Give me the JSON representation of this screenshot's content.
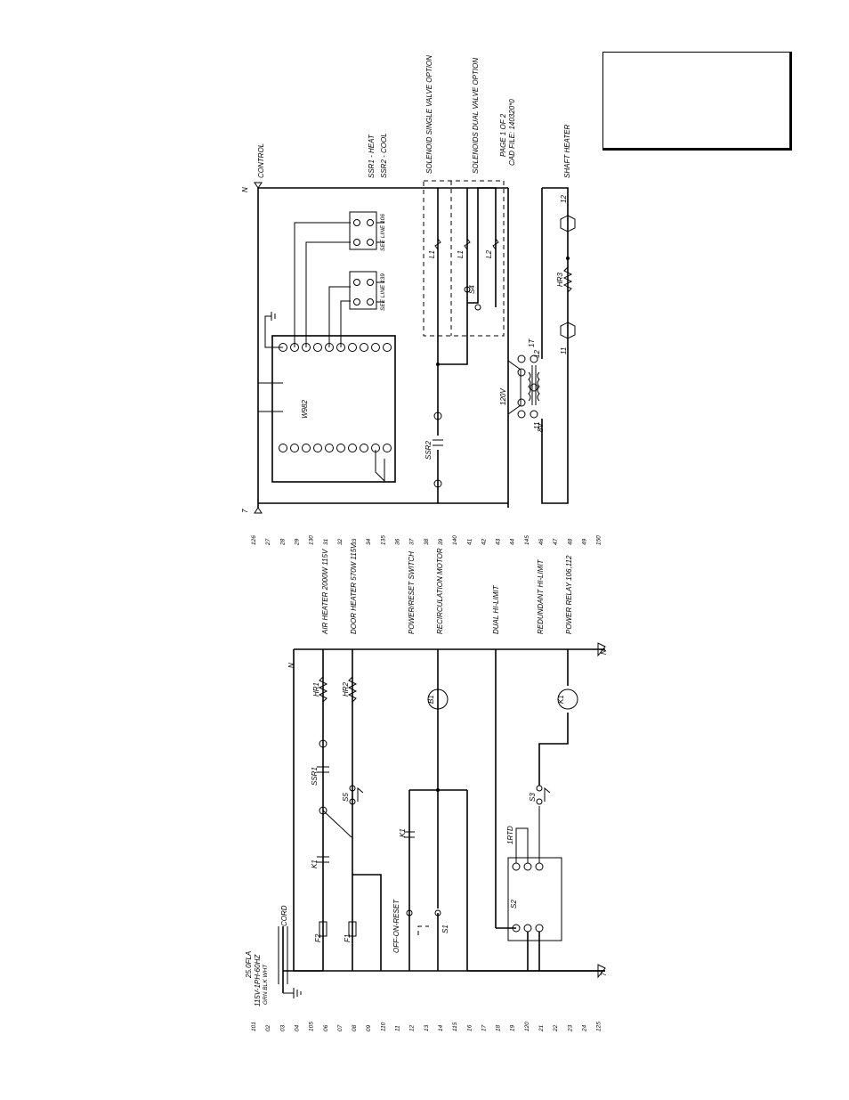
{
  "title_block": {
    "text": ""
  },
  "left_rungs": [
    "101",
    "02",
    "03",
    "04",
    "105",
    "06",
    "07",
    "08",
    "09",
    "110",
    "11",
    "12",
    "13",
    "14",
    "115",
    "16",
    "17",
    "18",
    "19",
    "120",
    "21",
    "22",
    "23",
    "24",
    "125"
  ],
  "right_rungs": [
    "126",
    "27",
    "28",
    "29",
    "130",
    "31",
    "32",
    "33",
    "34",
    "135",
    "36",
    "37",
    "38",
    "39",
    "140",
    "41",
    "42",
    "43",
    "44",
    "145",
    "46",
    "47",
    "48",
    "49",
    "150"
  ],
  "left_labels": {
    "power_line1": "25.0FLA",
    "power_line2": "115V-1PH-60HZ",
    "cord_colors": "GRN BLK WHT",
    "cord": "CORD",
    "air_heater": "AIR HEATER 2000W 115V",
    "door_heater": "DOOR HEATER 570W 115V",
    "power_reset": "POWER/RESET SWITCH",
    "recirc_motor": "RECIRCULATION MOTOR",
    "dual_hi_limit": "DUAL HI-LIMIT",
    "redundant_hi_limit": "REDUNDANT HI-LIMIT",
    "power_relay": "POWER RELAY 106,112",
    "off_on_reset": "OFF-ON-RESET"
  },
  "right_labels": {
    "control": "CONTROL",
    "ssr1_heat": "SSR1 - HEAT",
    "ssr2_cool": "SSR2 - COOL",
    "sol_single": "SOLENOID SINGLE VALVE OPTION",
    "sol_dual": "SOLENOIDS DUAL VALVE OPTION",
    "page": "PAGE 1 OF 2",
    "cad": "CAD FILE: 140320*0",
    "shaft_heater": "SHAFT HEATER",
    "w982": "W982",
    "see_106": "SEE LINE 106",
    "see_139": "SEE LINE 139",
    "v120": "120V",
    "v8": "8V"
  },
  "component_labels": {
    "f1": "F1",
    "f2": "F2",
    "k1": "K1",
    "ssr1": "SSR1",
    "ssr2": "SSR2",
    "hr1": "HR1",
    "hr2": "HR2",
    "hr3": "HR3",
    "b1": "B1",
    "s1": "S1",
    "s2": "S2",
    "s3": "S3",
    "s4": "S4",
    "s5": "S5",
    "rtd": "1RTD",
    "l1": "L1",
    "l2": "L2",
    "n": "N",
    "seven": "7",
    "eleven": "11",
    "twelve": "12",
    "one_t": "1T"
  }
}
